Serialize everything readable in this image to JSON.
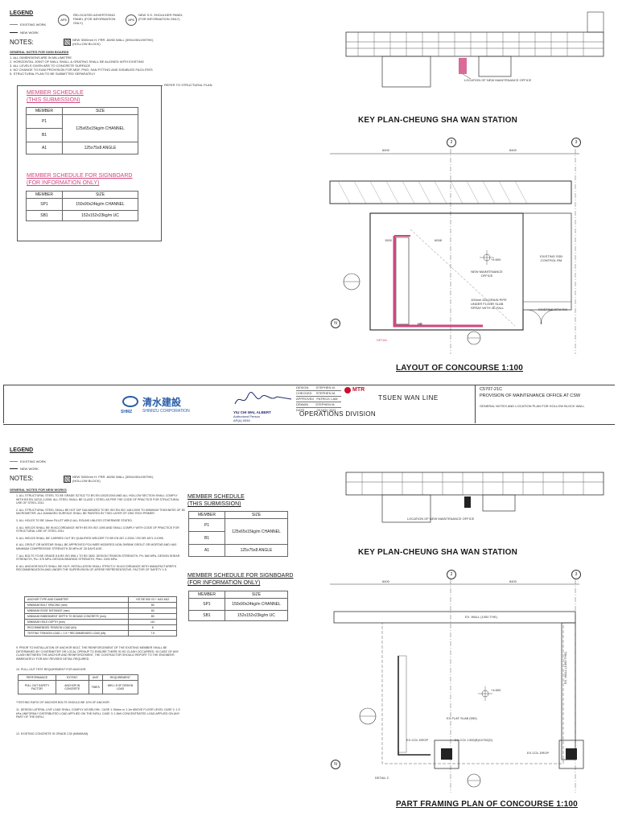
{
  "sheet1": {
    "legend_title": "LEGEND",
    "legend_existing": "EXISTING WORK",
    "legend_new": "NEW WORK",
    "legend_ap5": "AP5",
    "legend_ap5_text": "RELOCATED ADVERTISING PANEL (FOR INFORMATION ONLY)",
    "legend_ap6": "AP6",
    "legend_ap6_text": "NEW S.S. SHOULDER PANEL (FOR INFORMATION ONLY)",
    "notes_title": "NOTES:",
    "notes_item": "NEW 3000mm H. FRR -60/60 WALL (390x190x190THK) (HOLLOW BLOCK)",
    "general_notes_title": "GENERAL NOTES FOR SIGN BOARDS",
    "general_notes": [
      "ALL DIMENSIONS ARE IN MILLIMETRE",
      "HORIZONTAL JOINT OF WALL SHALL & GRATING SHALL BE ALIGNED WITH EXISTING",
      "ALL LEVELS GIVEN ARE TO CONCRETE SURFACE",
      "NO CHANGE TO E&M PROVISION FOR MDF, PNO, SAN FITTING AND DISABLED FACILITIES",
      "STRUCTURAL PLAN TO BE SUBMITTED SEPARATELY"
    ],
    "refer_note": "REFER TO STRUCTURAL PLAN",
    "member_schedule_title": "MEMBER SCHEDULE",
    "member_schedule_sub": "(THIS SUBMISSION)",
    "col_member": "MEMBER",
    "col_size": "SIZE",
    "members": [
      {
        "member": "P1",
        "size": "125x65x15kg/m CHANNEL"
      },
      {
        "member": "B1",
        "size": ""
      },
      {
        "member": "A1",
        "size": "125x75x8 ANGLE"
      }
    ],
    "signboard_title": "MEMBER SCHEDULE FOR SIGNBOARD",
    "signboard_sub": "(FOR INFORMATION ONLY)",
    "signboard_members": [
      {
        "member": "SP1",
        "size": "150x90x24kg/m CHANNEL"
      },
      {
        "member": "SB1",
        "size": "152x152x23kg/m UC"
      }
    ],
    "key_plan_title": "KEY PLAN-CHEUNG SHA WAN STATION",
    "location_label": "LOCATION OF NEW MAINTENANCE OFFICE",
    "dim_left": "8400",
    "dim_right": "8400",
    "grid_2": "2",
    "grid_3": "3",
    "new_office": "NEW MAINTENANCE OFFICE",
    "existing_ssb": "EXISTING SSB CONTROL RM",
    "existing_btm": "EXISTING BTM RM",
    "level": "+4.600",
    "drain_note": "100mm DIA DRAIN PIPE UNDER FLOOR SLAB SPRAY WITH 4D FALL",
    "dim_1500": "1500",
    "dim_6008": "6008",
    "layout_title": "LAYOUT OF CONCOURSE 1:100",
    "hr_label": "HR",
    "detail_label": "DETAIL",
    "north": "N"
  },
  "titleblock": {
    "company_cn": "清水建設",
    "company_en": "SHIMIZU CORPORATION",
    "company_abbr": "SHMZ",
    "signer_name": "YIU CHI WAI, ALBERT",
    "signer_role": "Authorized Person",
    "signer_reg": "AP(A) 0930",
    "date": "03 NOV 2021",
    "operations": "OPERATIONS DIVISION",
    "mtr": "MTR",
    "line": "TSUEN WAN LINE",
    "contract": "C5707-21C",
    "project": "PROVISION OF MAINTENANCE OFFICE AT CSW",
    "drawing_title": "GENERAL NOTES AND LOCATION PLAN FOR HOLLOW BLOCK WALL",
    "rows": [
      "DESIGN",
      "CHECKED",
      "APPROVED",
      "DRAWN",
      "DATE"
    ],
    "names": [
      "STEPHEN M.",
      "STEPHEN M.",
      "PATRICK LAM",
      "STEPHEN M.",
      ""
    ]
  },
  "sheet2": {
    "legend_title": "LEGEND",
    "legend_existing": "EXISTING WORK",
    "legend_new": "NEW WORK",
    "notes_title": "NOTES:",
    "notes_item": "NEW 3000mm H. FRR -60/60 WALL (390x190x190THK) (HOLLOW BLOCK)",
    "general_notes_title": "GENERAL NOTES FOR NEW WORKS",
    "notes": [
      "1. ALL STRUCTURAL STEEL TO BE GRADE S275J2 TO BS EN 10025:2004 AND ALL HOLLOW SECTION SHALL COMPLY WITH BS EN 10210-1:2006. ALL STEEL SHALL BE CLASS 1 STEEL AS PER THE CODE OF PRACTICE FOR STRUCTURAL USE OF STEEL 2011.",
      "2. ALL STRUCTURAL STEEL SHALL BE HOT DIP GALVANIZED TO BS ISO EN ISO 1461:2009 TO MINIMUM THICKNESS OF 85 MICROMETER. ALL DAMAGED SURFACE SHALL BE PAINTED BY TWO LAYER OF ZINC RICH PRIMER.",
      "3. ALL HOLES TO BE 18mm FILLET WELD ALL ROUND UNLESS OTHERWISE STATED.",
      "4. ALL WELDS SHALL BE IN ACCORDANCE WITH BS EN ISO 1090 AND SHALL COMPLY WITH CODE OF PRACTICE FOR STRUCTURAL USE OF STEEL 2011.",
      "5. ALL WELDS SHALL BE CARRIED OUT BY QUALIFIED WELDER TO BS EN 287-1:2004 / ISO BS 4871-3:1995.",
      "6. ALL GROUT OR MORTAR SHALL BE APPROVED POLYMER MODIFIED NON-SHRINK GROUT OR MORTAR AND HAS MINIMUM COMPRESSIVE STRENGTH 35 MPa AT 28 DAYS AGE.",
      "7. ALL BOLTS TO BE GRADE 8.8 BS ISO 898-1 TO BS 3692. DESIGN TENSION STRENGTH, Pt= 560 MPa. DESIGN SHEAR STRENGTH, Ps= 375 MPa. DESIGN BEARING STRENGTH, Pbb= 1000 MPa.",
      "8. ALL ANCHOR BOLTS SHALL BE HILTI. INSTALLATION SHALL STRICTLY IN ACCORDANCE WITH MANUFACTURER'S RECOMMENDATION AND UNDER THE SUPERVISION OF AP/RSE REPRESENTATIVE. FACTOR OF SAFETY 1.5."
    ],
    "anchor_table": [
      [
        "ANCHOR TYPE AND DIAMETER",
        "HIT-RE 500 V3 + HAS M12"
      ],
      [
        "MINIMUM BOLT SPACING (mm)",
        "80"
      ],
      [
        "MINIMUM EDGE DISTANCE (mm)",
        "60"
      ],
      [
        "MINIMUM EMBEDMENT DEPTH TO BOUND CONCRETE (mm)",
        "80"
      ],
      [
        "MINIMUM HOLE DEPTH (mm)",
        "110"
      ],
      [
        "RECOMMENDED TENSION LOAD (kN)",
        "8"
      ],
      [
        "TESTING TENSION LOAD = 1.5 * RECOMMENDED LOAD (kN)",
        "7.5"
      ]
    ],
    "note9": "9. PRIOR TO INSTALLATION OF ANCHOR BOLT, THE REINFORCEMENT OF THE EXISTING MEMBER SHALL BE DETERMINED BY COVERMETER OR LOCAL OPENUP TO ENSURE THERE IS NO CLASH OCCURRED. IN CASE OF ANY CLASH BETWEEN THE ANCHOR AND REINFORCEMENT, THE CONTRACTOR SHOULD REPORT TO THE ENGINEER IMMEDIATELY FOR ANY REVISED DETAIL REQUIRED.",
    "note10": "10. PULL-OUT TEST REQUIREMENT FOR ANCHOR:",
    "pull_headers": [
      "PERFORMANCE",
      "EXTENT",
      "UNIT",
      "REQUIREMENT"
    ],
    "pull_row": [
      "PULL OUT SAFETY FACTOR",
      "ANCHOR IN CONCRETE",
      "TIMES",
      "MIN 1.5 OF DESIGN LOAD"
    ],
    "testing_note": "*TESTING RATIO OF ANCHOR BOLTS SHOULD BE 10% OF ANCHOR",
    "note11": "11. DESIGN LATERAL LIVE LOAD SHALL COMPLY AS BELOW:- CASE 1: Below or 1.1m ABOVE FLOOR LEVEL CASE 2: 1.5 kPa UNIFORMLY DISTRIBUTED LOAD APPLIED ON THE INFILL CASE 3: 1.5kN CONCENTRATED LOAD APPLIED ON ANY PART OF THE INFILL",
    "note12": "12. EXISTING CONCRETE IS GRADE C30 (MINIMUM).",
    "member_schedule_title": "MEMBER SCHEDULE",
    "member_schedule_sub": "(THIS SUBMISSION)",
    "col_member": "MEMBER",
    "col_size": "SIZE",
    "members": [
      {
        "member": "P1",
        "size": "125x65x15kg/m CHANNEL"
      },
      {
        "member": "B1",
        "size": ""
      },
      {
        "member": "A1",
        "size": "125x75x8 ANGLE"
      }
    ],
    "signboard_title": "MEMBER SCHEDULE FOR SIGNBOARD",
    "signboard_sub": "(FOR INFORMATION ONLY)",
    "signboard_members": [
      {
        "member": "SP1",
        "size": "150x90x24kg/m CHANNEL"
      },
      {
        "member": "SB1",
        "size": "152x152x23kg/m UC"
      }
    ],
    "key_plan_title": "KEY PLAN-CHEUNG SHA WAN STATION",
    "location_label": "LOCATION OF NEW MAINTENANCE OFFICE",
    "dim_left": "8400",
    "dim_right": "8400",
    "grid_2": "2",
    "grid_3": "3",
    "ex_wall_top": "EX. WALL (1000 THK)",
    "ex_wall_right": "EX. WALL (1000 THK)",
    "level": "+4.600",
    "ex_flat_slab": "EX FLAT SLAB (550)",
    "ex_col_drop_1": "EX.COL DROP",
    "ex_col_drop_2": "EX.COL 1300(B)X4700(D)",
    "ex_col_drop_3": "EX.COL DROP",
    "detail_label": "DETAIL C",
    "framing_title": "PART FRAMING PLAN OF CONCOURSE 1:100",
    "north": "N"
  }
}
